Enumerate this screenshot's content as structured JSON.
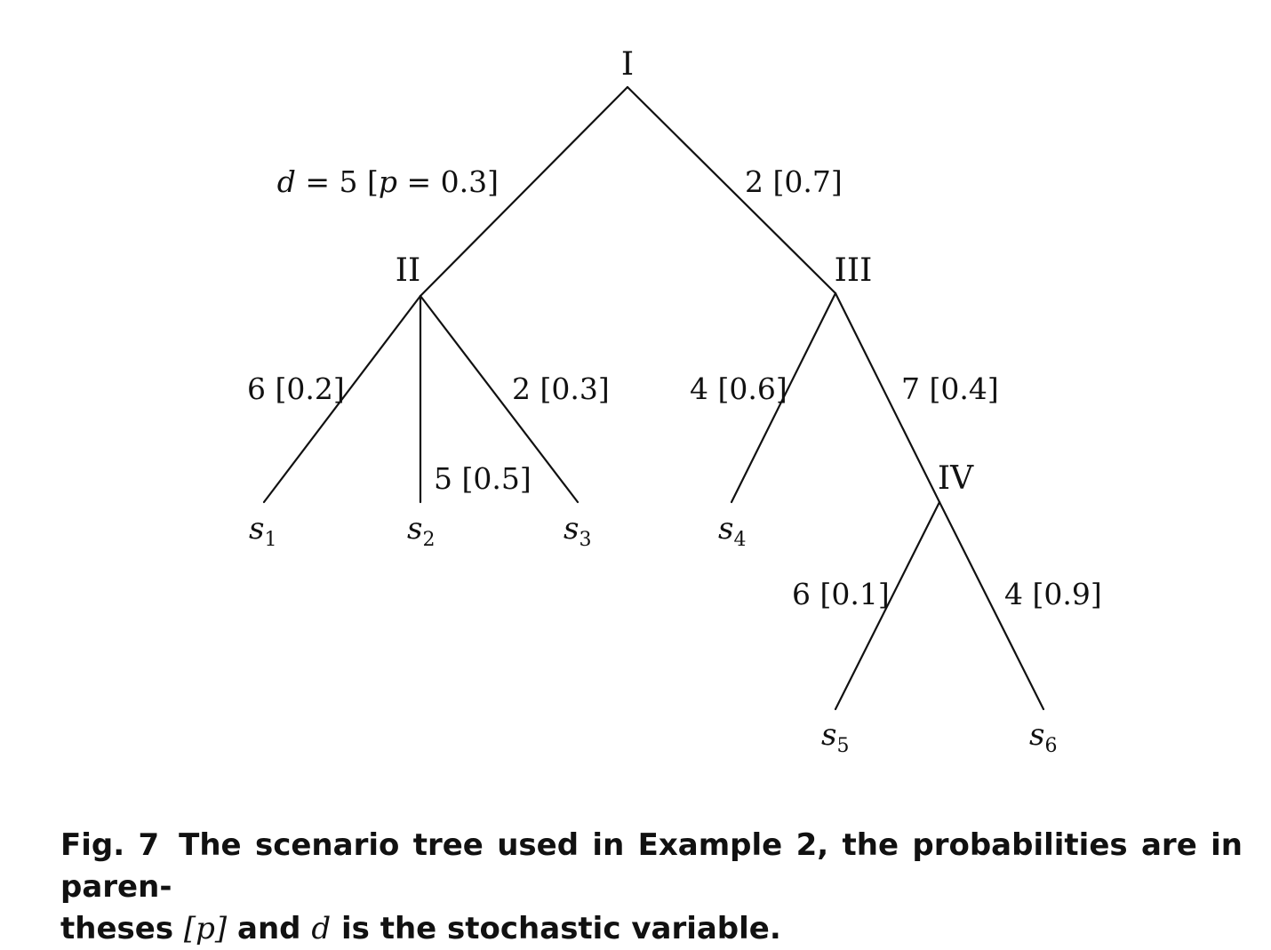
{
  "tree": {
    "nodes": {
      "I": "I",
      "II": "II",
      "III": "III",
      "IV": "IV"
    },
    "edges": {
      "I_II": {
        "d_prefix": "d",
        "eq1": " = 5 [",
        "p_var": "p",
        "eq2": " = 0.3]"
      },
      "I_III": "2 [0.7]",
      "II_s1": "6 [0.2]",
      "II_s2": "5 [0.5]",
      "II_s3": "2 [0.3]",
      "III_s4": "4 [0.6]",
      "III_IV": "7 [0.4]",
      "IV_s5": "6 [0.1]",
      "IV_s6": "4 [0.9]"
    },
    "leaves": {
      "s1": {
        "base": "s",
        "sub": "1"
      },
      "s2": {
        "base": "s",
        "sub": "2"
      },
      "s3": {
        "base": "s",
        "sub": "3"
      },
      "s4": {
        "base": "s",
        "sub": "4"
      },
      "s5": {
        "base": "s",
        "sub": "5"
      },
      "s6": {
        "base": "s",
        "sub": "6"
      }
    }
  },
  "caption": {
    "fig_label": "Fig. 7",
    "text_1": "The scenario tree used in Example 2, the probabilities are in paren-",
    "text_2a": "theses ",
    "p_bracket": "[p]",
    "text_2b": " and ",
    "d_var": "d",
    "text_2c": " is the stochastic variable."
  }
}
